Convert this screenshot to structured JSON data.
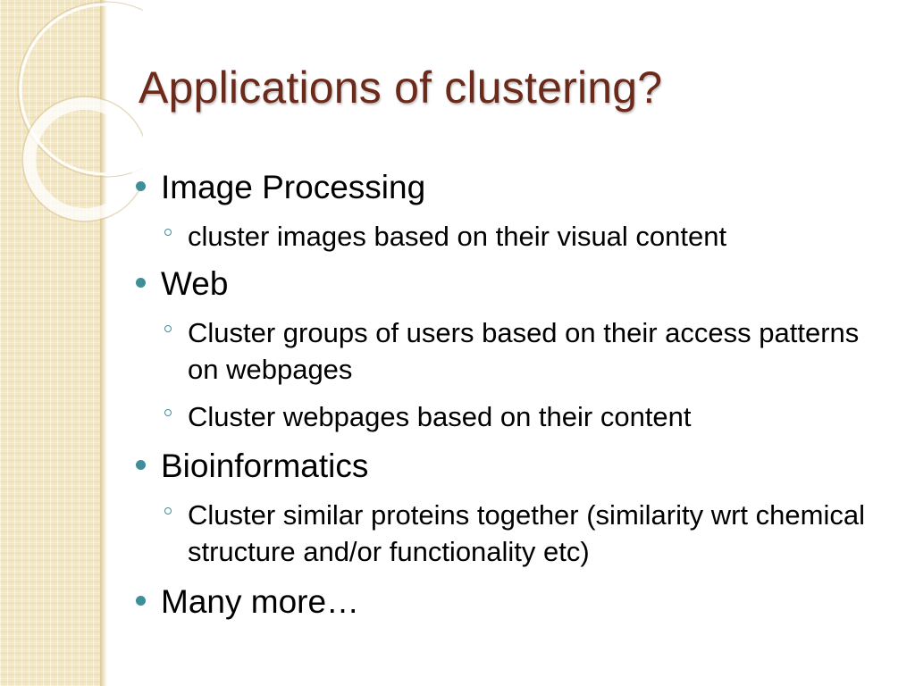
{
  "slide": {
    "title": "Applications of clustering?",
    "bullets": [
      {
        "text": "Image Processing",
        "sub": [
          {
            "text": "cluster images based on their visual content"
          }
        ]
      },
      {
        "text": "Web",
        "sub": [
          {
            "text": "Cluster groups of users based on their access patterns on webpages"
          },
          {
            "text": "Cluster webpages based on their content"
          }
        ]
      },
      {
        "text": "Bioinformatics",
        "sub": [
          {
            "text": "Cluster similar proteins together (similarity wrt chemical structure and/or functionality etc)"
          }
        ]
      },
      {
        "text": "Many more…",
        "sub": []
      }
    ]
  },
  "colors": {
    "title": "#6b2a1a",
    "bullet_accent": "#3f8e9a",
    "sidebar": "#f3e6c2"
  }
}
